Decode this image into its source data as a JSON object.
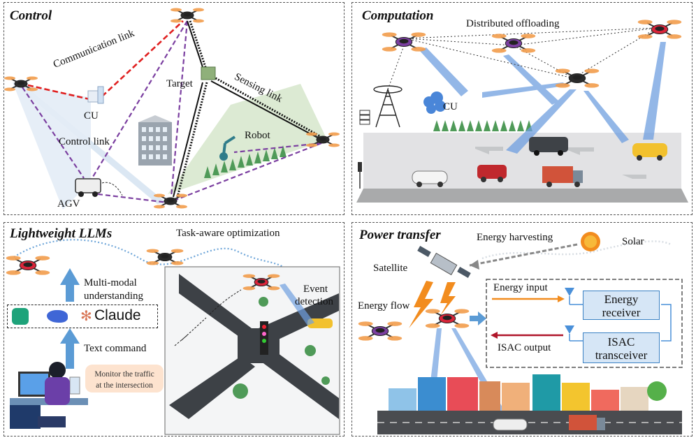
{
  "panels": {
    "control": {
      "title": "Control",
      "communication_link": "Communication link",
      "cu": "CU",
      "control_link": "Control link",
      "target": "Target",
      "sensing_link": "Sensing link",
      "robot": "Robot",
      "agv": "AGV"
    },
    "computation": {
      "title": "Computation",
      "distributed_offloading": "Distributed offloading",
      "cu": "CU"
    },
    "llm": {
      "title": "Lightweight LLMs",
      "task_aware": "Task-aware optimization",
      "multimodal_1": "Multi-modal",
      "multimodal_2": "understanding",
      "claude": "Claude",
      "text_command": "Text command",
      "bubble_1": "Monitor the traffic",
      "bubble_2": "at the intersection",
      "event_1": "Event",
      "event_2": "detection"
    },
    "power": {
      "title": "Power transfer",
      "energy_harvesting": "Energy harvesting",
      "solar": "Solar",
      "satellite": "Satellite",
      "energy_flow": "Energy flow",
      "energy_input": "Energy input",
      "isac_output": "ISAC output",
      "energy_receiver_1": "Energy",
      "energy_receiver_2": "receiver",
      "isac_transceiver_1": "ISAC",
      "isac_transceiver_2": "transceiver"
    }
  },
  "colors": {
    "control_link": "#7b3fa0",
    "communication_link": "#e02020",
    "sensing_link": "#111111",
    "beam": "#6f9fe0",
    "box_fill": "#d6e6f6",
    "box_border": "#3b82c4",
    "sun": "#f28c1e"
  }
}
